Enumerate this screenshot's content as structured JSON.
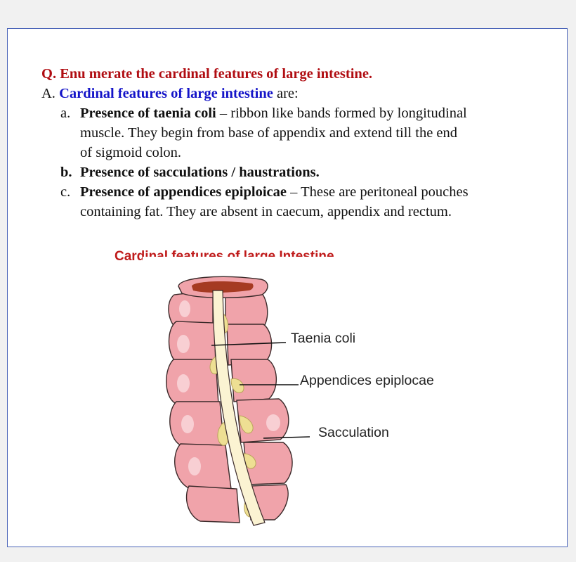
{
  "question": "Q. Enu merate the cardinal features of large intestine.",
  "answer": {
    "prefix": "A.",
    "lead": "Cardinal features of large intestine",
    "suffix": "are:"
  },
  "items": [
    {
      "marker": "a.",
      "title": "Presence of taenia coli",
      "dash": " – ribbon like bands formed by longitudinal",
      "lines": [
        "muscle. They begin from base of appendix and extend till the end",
        "of sigmoid colon."
      ]
    },
    {
      "marker": "b.",
      "title": "Presence of sacculations / haustrations."
    },
    {
      "marker": "c.",
      "title": "Presence of appendices epiploicae",
      "dash": " – These are peritoneal pouches",
      "lines": [
        "containing fat.  They are absent in caecum, appendix and rectum."
      ]
    }
  ],
  "figure": {
    "title": "Cardinal features of large Intestine",
    "labels": {
      "taenia": "Taenia coli",
      "appendices": "Appendices epiplocae",
      "sacculation": "Sacculation"
    },
    "colors": {
      "sacculation_fill": "#f0a3aa",
      "outline": "#3b2a2a",
      "band": "#fbf3d2",
      "fat": "#eedf93",
      "lumen": "#a53a22"
    }
  }
}
